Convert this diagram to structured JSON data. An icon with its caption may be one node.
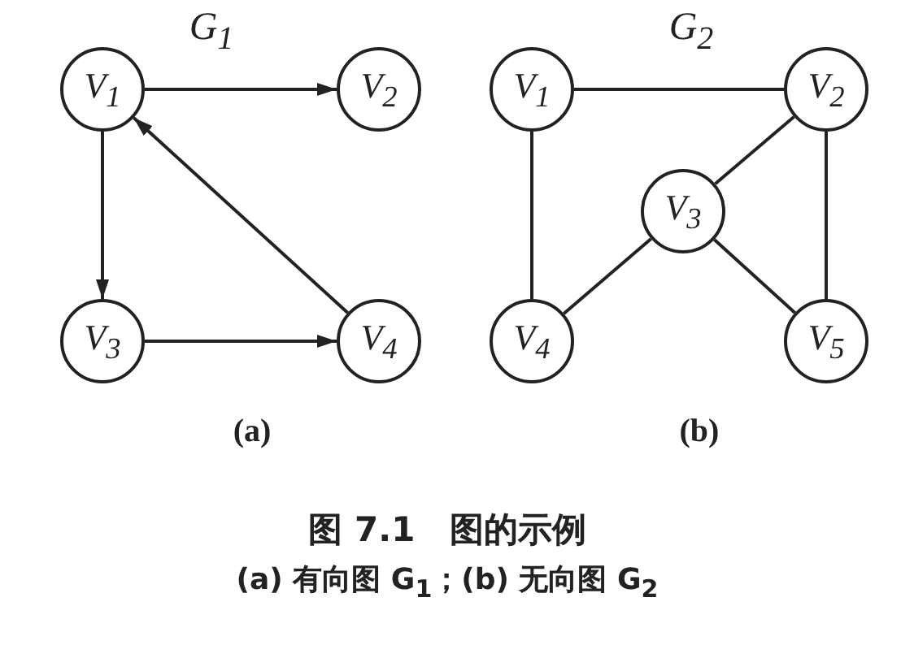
{
  "diagram": {
    "caption": "图 7.1　图的示例",
    "nodes": [
      {
        "text": [
          "V$_{1}$"
        ]
      },
      {
        "text": [
          "V$_{2}$"
        ]
      },
      {
        "text": [
          "V$_{3}$"
        ]
      },
      {
        "text": [
          "V$_{4}$"
        ]
      },
      {
        "text": [
          "V$_{1}$"
        ]
      },
      {
        "text": [
          "V$_{2}$"
        ]
      },
      {
        "text": [
          "V$_{3}$"
        ]
      },
      {
        "text": [
          "V$_{4}$"
        ]
      },
      {
        "text": [
          "V$_{5}$"
        ]
      }
    ],
    "edges": [
      {
        "from": 0,
        "to": 1,
        "arrow": "to"
      },
      {
        "from": 0,
        "to": 2,
        "arrow": "to"
      },
      {
        "from": 2,
        "to": 3,
        "arrow": "to"
      },
      {
        "from": 3,
        "to": 0,
        "arrow": "to"
      },
      {
        "from": 4,
        "to": 5,
        "arrow": "none"
      },
      {
        "from": 4,
        "to": 7,
        "arrow": "none"
      },
      {
        "from": 5,
        "to": 6,
        "arrow": "none"
      },
      {
        "from": 5,
        "to": 8,
        "arrow": "none"
      },
      {
        "from": 6,
        "to": 7,
        "arrow": "none"
      },
      {
        "from": 6,
        "to": 8,
        "arrow": "none"
      }
    ],
    "labels": [
      "G$_{1}$",
      "G$_{2}$",
      "(a)",
      "(b)",
      "(a) 有向图 G$_{1}$；(b) 无向图 G$_{2}$"
    ]
  }
}
